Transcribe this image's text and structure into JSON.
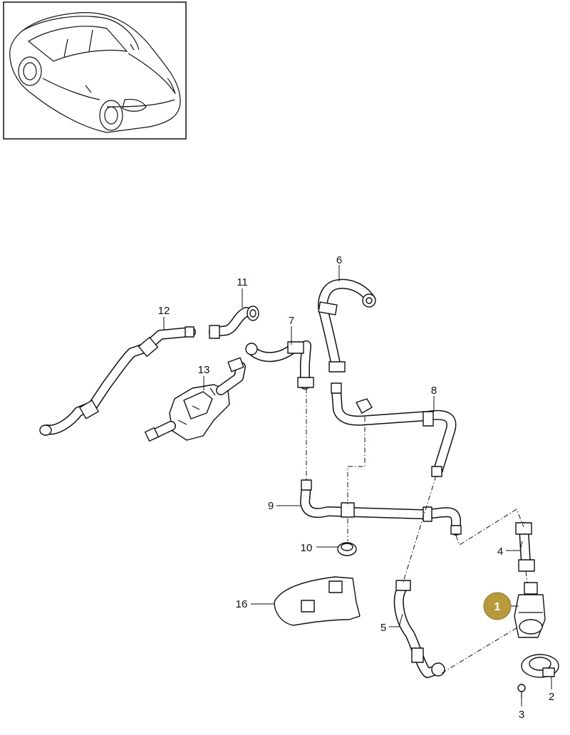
{
  "parts": {
    "p1": "1",
    "p2": "2",
    "p3": "3",
    "p4": "4",
    "p5": "5",
    "p6": "6",
    "p7": "7",
    "p8": "8",
    "p9": "9",
    "p10": "10",
    "p11": "11",
    "p12": "12",
    "p13": "13",
    "p16": "16"
  },
  "colors": {
    "highlight_badge": "#b89a3c",
    "line": "#111111"
  }
}
